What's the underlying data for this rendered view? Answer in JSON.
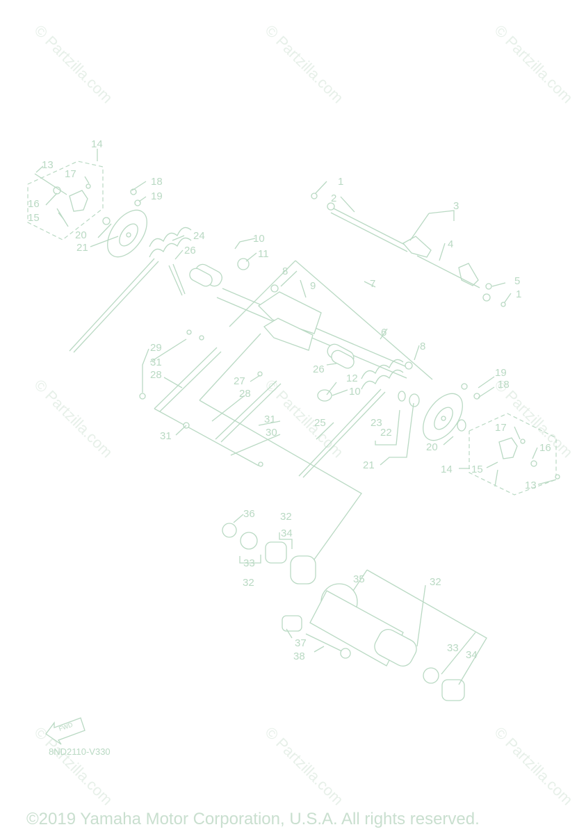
{
  "watermark_text": "© Partzilla.com",
  "diagram_code": "8ND2110-V330",
  "fwd_label": "FWD",
  "copyright": "©2019 Yamaha Motor Corporation, U.S.A. All rights reserved.",
  "callouts": [
    {
      "id": "c1a",
      "text": "1"
    },
    {
      "id": "c1b",
      "text": "1"
    },
    {
      "id": "c2",
      "text": "2"
    },
    {
      "id": "c3",
      "text": "3"
    },
    {
      "id": "c4",
      "text": "4"
    },
    {
      "id": "c5",
      "text": "5"
    },
    {
      "id": "c6",
      "text": "6"
    },
    {
      "id": "c7",
      "text": "7"
    },
    {
      "id": "c8a",
      "text": "8"
    },
    {
      "id": "c8b",
      "text": "8"
    },
    {
      "id": "c9",
      "text": "9"
    },
    {
      "id": "c10a",
      "text": "10"
    },
    {
      "id": "c10b",
      "text": "10"
    },
    {
      "id": "c11",
      "text": "11"
    },
    {
      "id": "c12",
      "text": "12"
    },
    {
      "id": "c13a",
      "text": "13"
    },
    {
      "id": "c13b",
      "text": "13"
    },
    {
      "id": "c14a",
      "text": "14"
    },
    {
      "id": "c14b",
      "text": "14"
    },
    {
      "id": "c15a",
      "text": "15"
    },
    {
      "id": "c15b",
      "text": "15"
    },
    {
      "id": "c16a",
      "text": "16"
    },
    {
      "id": "c16b",
      "text": "16"
    },
    {
      "id": "c17a",
      "text": "17"
    },
    {
      "id": "c17b",
      "text": "17"
    },
    {
      "id": "c18a",
      "text": "18"
    },
    {
      "id": "c18b",
      "text": "18"
    },
    {
      "id": "c19a",
      "text": "19"
    },
    {
      "id": "c19b",
      "text": "19"
    },
    {
      "id": "c20a",
      "text": "20"
    },
    {
      "id": "c20b",
      "text": "20"
    },
    {
      "id": "c21a",
      "text": "21"
    },
    {
      "id": "c21b",
      "text": "21"
    },
    {
      "id": "c22",
      "text": "22"
    },
    {
      "id": "c23",
      "text": "23"
    },
    {
      "id": "c24",
      "text": "24"
    },
    {
      "id": "c25",
      "text": "25"
    },
    {
      "id": "c26a",
      "text": "26"
    },
    {
      "id": "c26b",
      "text": "26"
    },
    {
      "id": "c27",
      "text": "27"
    },
    {
      "id": "c28a",
      "text": "28"
    },
    {
      "id": "c28b",
      "text": "28"
    },
    {
      "id": "c29",
      "text": "29"
    },
    {
      "id": "c30",
      "text": "30"
    },
    {
      "id": "c31a",
      "text": "31"
    },
    {
      "id": "c31b",
      "text": "31"
    },
    {
      "id": "c31c",
      "text": "31"
    },
    {
      "id": "c32a",
      "text": "32"
    },
    {
      "id": "c32b",
      "text": "32"
    },
    {
      "id": "c32c",
      "text": "32"
    },
    {
      "id": "c33a",
      "text": "33"
    },
    {
      "id": "c33b",
      "text": "33"
    },
    {
      "id": "c34a",
      "text": "34"
    },
    {
      "id": "c34b",
      "text": "34"
    },
    {
      "id": "c35",
      "text": "35"
    },
    {
      "id": "c36",
      "text": "36"
    },
    {
      "id": "c37",
      "text": "37"
    },
    {
      "id": "c38",
      "text": "38"
    }
  ]
}
